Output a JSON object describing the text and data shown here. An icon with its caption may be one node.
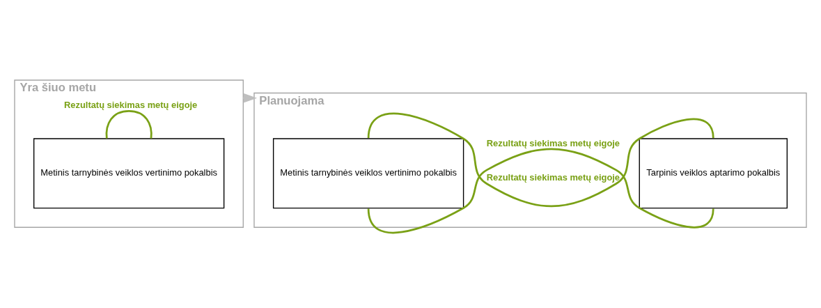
{
  "diagram": {
    "nodes": [
      {
        "text": [
          "Yra šiuo metu"
        ]
      },
      {
        "text": [
          "Metinis tarnybinės veiklos vertinimo pokalbis"
        ],
        "in": 0
      },
      {
        "text": [
          "Planuojama"
        ]
      },
      {
        "text": [
          "Metinis tarnybinės veiklos vertinimo pokalbis"
        ],
        "in": 2
      },
      {
        "text": [
          "Tarpinis veiklos aptarimo pokalbis"
        ],
        "in": 2
      }
    ],
    "edges": [
      {
        "from": 0,
        "to": 2,
        "arrow": "to",
        "color": "#bfbfbf"
      },
      {
        "from": 1,
        "to": 1,
        "arrow": "none",
        "label": "Rezultatų siekimas metų eigoje"
      },
      {
        "from": 3,
        "to": 4,
        "arrow": "none",
        "label": "Rezultatų siekimas metų eigoje"
      },
      {
        "from": 4,
        "to": 3,
        "arrow": "none",
        "label": "Rezultatų siekimas metų eigoje"
      }
    ]
  }
}
